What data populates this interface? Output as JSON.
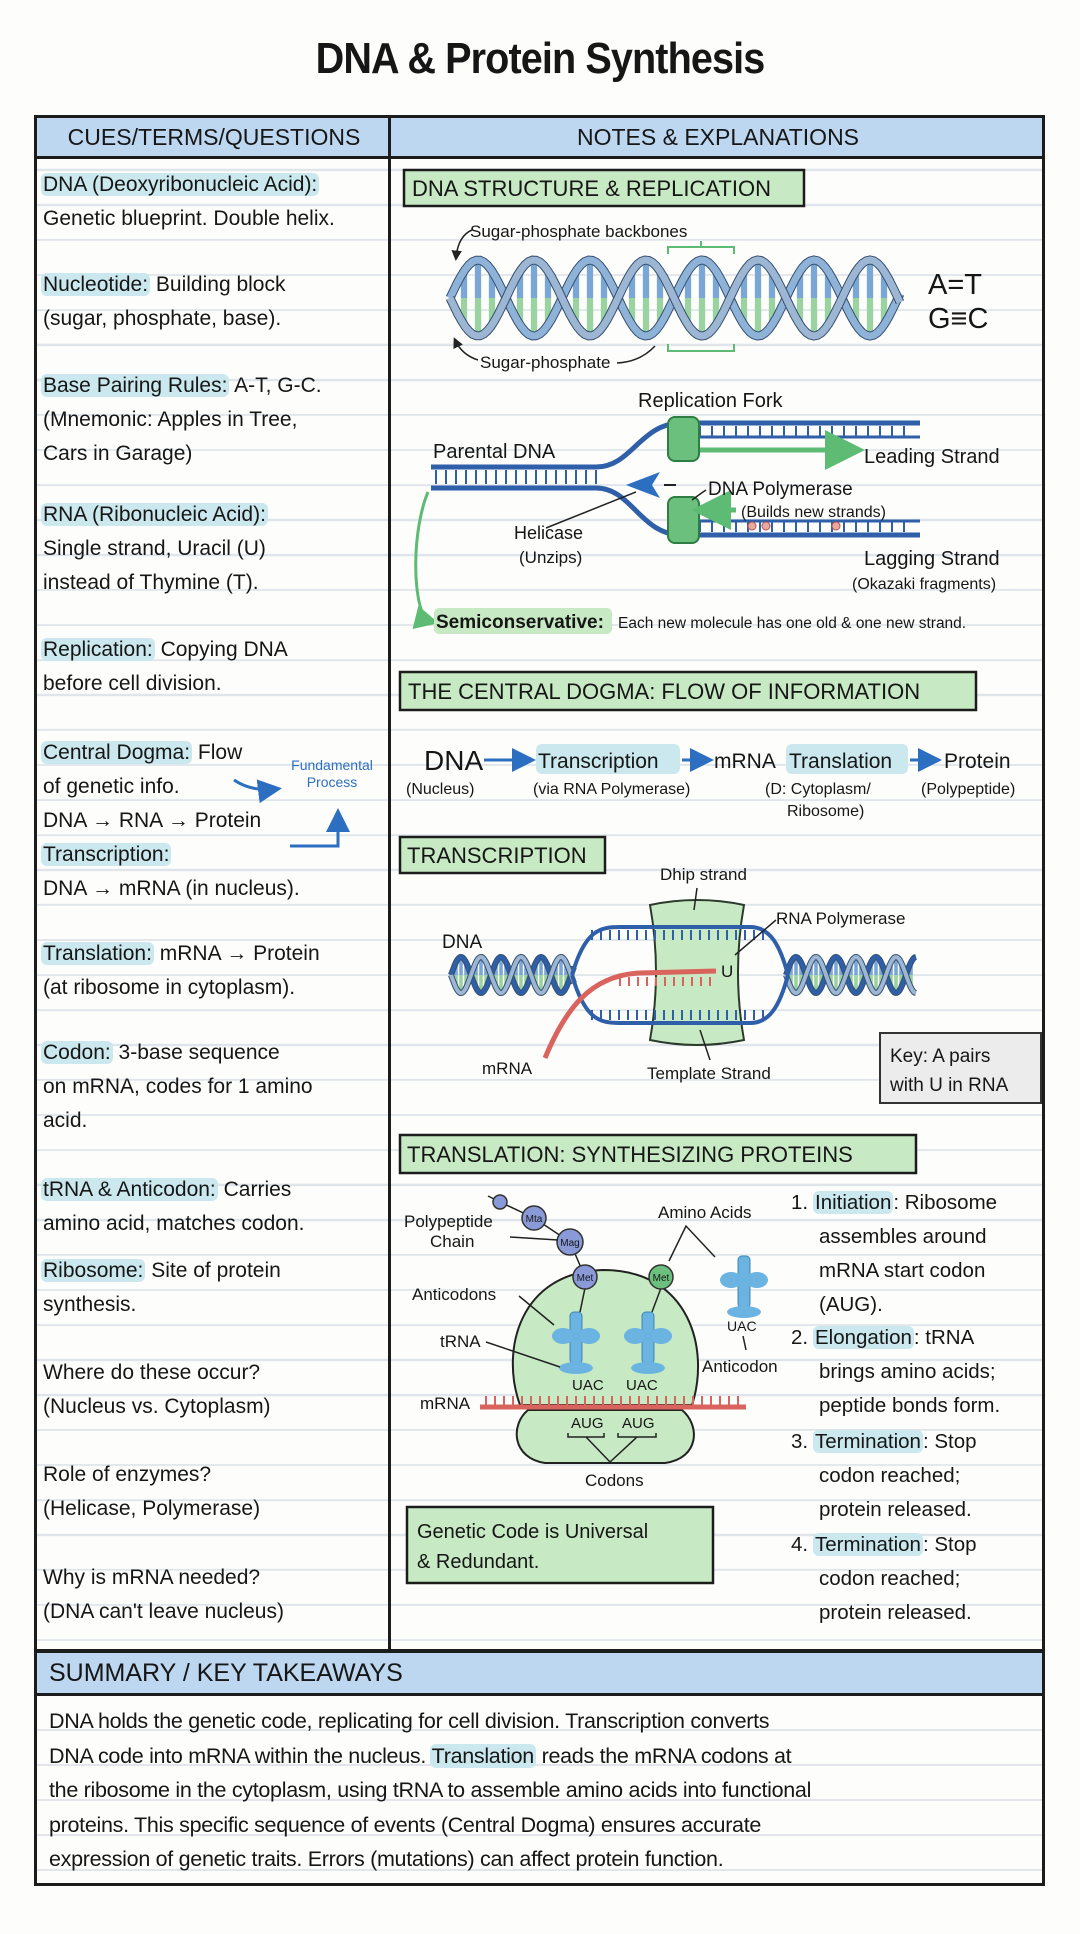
{
  "title": "DNA & Protein Synthesis",
  "columns": {
    "cues_header": "CUES/TERMS/QUESTIONS",
    "notes_header": "NOTES & EXPLANATIONS"
  },
  "cues": [
    {
      "term": "DNA (Deoxyribonucleic Acid):",
      "after": "",
      "lines": [
        "Genetic blueprint. Double helix."
      ]
    },
    {
      "term": "Nucleotide:",
      "after": " Building block",
      "lines": [
        "(sugar, phosphate, base)."
      ]
    },
    {
      "term": "Base Pairing Rules:",
      "after": " A-T, G-C.",
      "lines": [
        "(Mnemonic: Apples in Tree,",
        "Cars in Garage)"
      ]
    },
    {
      "term": "RNA (Ribonucleic Acid):",
      "after": "",
      "lines": [
        "Single strand, Uracil (U)",
        "instead of Thymine (T)."
      ]
    },
    {
      "term": "Replication:",
      "after": " Copying DNA",
      "lines": [
        "before cell division."
      ]
    },
    {
      "term": "Central Dogma:",
      "after": " Flow",
      "lines": [
        "of genetic info.",
        "DNA → RNA → Protein"
      ]
    },
    {
      "term": "Transcription:",
      "after": "",
      "lines": [
        "DNA → mRNA (in nucleus)."
      ]
    },
    {
      "term": "Translation:",
      "after": " mRNA → Protein",
      "lines": [
        "(at ribosome in cytoplasm)."
      ]
    },
    {
      "term": "Codon:",
      "after": " 3-base sequence",
      "lines": [
        "on mRNA, codes for 1 amino",
        "acid."
      ]
    },
    {
      "term": "tRNA & Anticodon:",
      "after": " Carries",
      "lines": [
        "amino acid, matches codon."
      ]
    },
    {
      "term": "Ribosome:",
      "after": " Site of protein",
      "lines": [
        "synthesis."
      ]
    },
    {
      "term": "",
      "after": "Where do these occur?",
      "lines": [
        "(Nucleus vs. Cytoplasm)"
      ]
    },
    {
      "term": "",
      "after": "Role of enzymes?",
      "lines": [
        "(Helicase, Polymerase)"
      ]
    },
    {
      "term": "",
      "after": "Why is mRNA needed?",
      "lines": [
        "(DNA can't leave nucleus)"
      ]
    }
  ],
  "annotation": {
    "line1": "Fundamental",
    "line2": "Process"
  },
  "replication": {
    "title": "DNA STRUCTURE & REPLICATION",
    "backbones_label": "Sugar-phosphate backbones",
    "sugar_phosphate_label": "Sugar-phosphate",
    "pair_at": "A=T",
    "pair_gc": "G≡C",
    "fork_label": "Replication Fork",
    "parental_label": "Parental DNA",
    "leading_label": "Leading Strand",
    "polymerase_label": "DNA Polymerase",
    "builds_label": "(Builds new strands)",
    "helicase_label": "Helicase",
    "unzips_label": "(Unzips)",
    "lagging_label": "Lagging Strand",
    "okazaki_label": "(Okazaki fragments)",
    "semi_term": "Semiconservative:",
    "semi_text": "Each new molecule has one old & one new strand."
  },
  "dogma": {
    "title": "THE CENTRAL DOGMA: FLOW OF INFORMATION",
    "dna": "DNA",
    "transcription": "Transcription",
    "mrna": "mRNA",
    "translation": "Translation",
    "protein": "Protein",
    "sub_nucleus": "(Nucleus)",
    "sub_rnapol": "(via RNA Polymerase)",
    "sub_cyto1": "(D: Cytoplasm/",
    "sub_cyto2": "Ribosome)",
    "sub_poly": "(Polypeptide)"
  },
  "transcription": {
    "title": "TRANSCRIPTION",
    "dhip_label": "Dhip strand",
    "rnapol_label": "RNA Polymerase",
    "dna_label": "DNA",
    "u_label": "U",
    "mrna_label": "mRNA",
    "template_label": "Template Strand",
    "key_line1": "Key: A pairs",
    "key_line2": "with U in RNA"
  },
  "translation": {
    "title": "TRANSLATION: SYNTHESIZING PROTEINS",
    "polypeptide_label": "Polypeptide",
    "chain_label": "Chain",
    "anticodons_label": "Anticodons",
    "trna_label": "tRNA",
    "mrna_label": "mRNA",
    "amino_label": "Amino Acids",
    "uac_free": "UAC",
    "anticodon_label": "Anticodon",
    "uac1": "UAC",
    "uac2": "UAC",
    "aug1": "AUG",
    "aug2": "AUG",
    "codons_label": "Codons",
    "aa_mta": "Mta",
    "aa_mag": "Mag",
    "aa_met1": "Met",
    "aa_met2": "Met",
    "note_line1": "Genetic Code is Universal",
    "note_line2": "& Redundant.",
    "steps": [
      {
        "num": "1.",
        "term": "Initiation",
        "rest": ": Ribosome",
        "lines": [
          "assembles around",
          "mRNA start codon",
          "(AUG)."
        ]
      },
      {
        "num": "2.",
        "term": "Elongation",
        "rest": ": tRNA",
        "lines": [
          "brings amino acids;",
          "peptide bonds form."
        ]
      },
      {
        "num": "3.",
        "term": "Termination",
        "rest": ": Stop",
        "lines": [
          "codon reached;",
          "protein released."
        ]
      },
      {
        "num": "4.",
        "term": "Termination",
        "rest": ": Stop",
        "lines": [
          "codon reached;",
          "protein released."
        ]
      }
    ]
  },
  "summary": {
    "title": "SUMMARY / KEY TAKEAWAYS",
    "line1": "DNA holds the genetic code, replicating for cell division. Transcription converts",
    "line2_pre": "DNA code into mRNA within the nucleus. ",
    "line2_hl": "Translation",
    "line2_post": " reads the mRNA codons at",
    "line3": "the ribosome in the cytoplasm, using tRNA to assemble amino acids into functional",
    "line4": "proteins. This specific sequence of events (Central Dogma) ensures accurate",
    "line5": "expression of genetic traits. Errors (mutations) can affect protein function."
  },
  "colors": {
    "header_blue": "#bdd7f0",
    "section_green": "#c7e9c3",
    "highlight": "#cbe8ee",
    "dna_blue": "#2f5fa8",
    "mrna_red": "#d9645e",
    "trna_blue": "#6bb3e0",
    "arrow_green": "#5dbb73"
  }
}
